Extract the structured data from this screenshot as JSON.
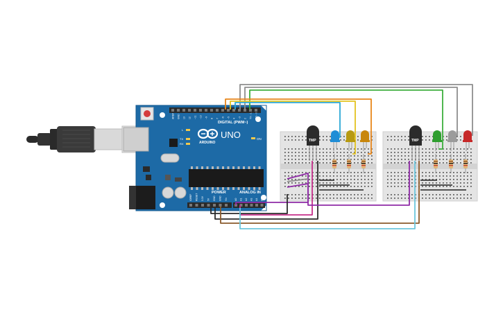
{
  "board": {
    "brand_name": "ARDUINO",
    "model_name": "UNO",
    "digital_header_label": "DIGITAL (PWM~)",
    "power_header_label": "POWER",
    "analog_header_label": "ANALOG IN",
    "on_led_label": "ON",
    "tx_label": "TX",
    "rx_label": "RX",
    "l_label": "L",
    "digital_pins": [
      "AREF",
      "GND",
      "13",
      "12",
      "~11",
      "~10",
      "~9",
      "8",
      "7",
      "~6",
      "~5",
      "4",
      "~3",
      "2",
      "TX→1",
      "RX←0"
    ],
    "power_pins": [
      "IOREF",
      "RESET",
      "3.3V",
      "5V",
      "GND",
      "GND",
      "Vin"
    ],
    "analog_pins": [
      "A0",
      "A1",
      "A2",
      "A3",
      "A4",
      "A5"
    ]
  },
  "sensors": [
    {
      "label": "TMP"
    },
    {
      "label": "TMP"
    }
  ],
  "leds": [
    {
      "color": "#1f8dd6"
    },
    {
      "color": "#b79a12"
    },
    {
      "color": "#c8860b"
    },
    {
      "color": "#2e9e2e"
    },
    {
      "color": "#9b9b9b"
    },
    {
      "color": "#c62828"
    }
  ],
  "wire_colors": {
    "gray": "#8e8e8e",
    "green": "#3cae3c",
    "cyan": "#2aa7d6",
    "yellow": "#e3c21d",
    "orange": "#e8861a",
    "purple": "#8e2aa6",
    "magenta": "#c62e8a",
    "black": "#2a2a2a",
    "brown": "#8a5a2b",
    "light_blue": "#6cc6dc"
  }
}
